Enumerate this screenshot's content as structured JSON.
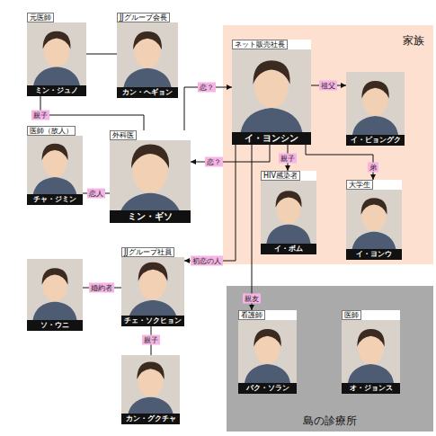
{
  "diagram": {
    "nodes": [
      {
        "text": [
          "元医師",
          "ミン・ジュノ"
        ]
      },
      {
        "text": [
          "JJグループ会長",
          "カン・ヘギョン"
        ]
      },
      {
        "text": [
          "家族"
        ]
      },
      {
        "text": [
          "ネット販売社長",
          "イ・ヨンシン"
        ],
        "in": 2
      },
      {
        "text": [
          "イ・ビョングク"
        ],
        "in": 2
      },
      {
        "text": [
          "医師（故人）",
          "チャ・ジミン"
        ]
      },
      {
        "text": [
          "外科医",
          "ミン・ギソ"
        ]
      },
      {
        "text": [
          "HIV感染者",
          "イ・ボム"
        ],
        "in": 2
      },
      {
        "text": [
          "大学生",
          "イ・ヨンウ"
        ],
        "in": 2
      },
      {
        "text": [
          "ソ・ウニ"
        ]
      },
      {
        "text": [
          "JJグループ社員",
          "チェ・ソクヒョン"
        ]
      },
      {
        "text": [
          "島の診療所"
        ]
      },
      {
        "text": [
          "看護師",
          "パク・ソラン"
        ],
        "in": 11
      },
      {
        "text": [
          "医師",
          "オ・ジョンス"
        ],
        "in": 11
      },
      {
        "text": [
          "カン・グクチャ"
        ]
      }
    ],
    "edges": [
      {
        "from": 0,
        "to": 1,
        "arrow": "none"
      },
      {
        "from": 0,
        "to": 6,
        "label": "親子",
        "arrow": "none"
      },
      {
        "from": 6,
        "to": 3,
        "label": "恋？",
        "arrow": "to"
      },
      {
        "from": 3,
        "to": 6,
        "label": "恋？",
        "arrow": "to"
      },
      {
        "from": 5,
        "to": 6,
        "label": "恋人",
        "arrow": "none"
      },
      {
        "from": 3,
        "to": 4,
        "label": "祖父",
        "arrow": "to"
      },
      {
        "from": 3,
        "to": 7,
        "label": "親子",
        "arrow": "to"
      },
      {
        "from": 3,
        "to": 8,
        "label": "弟",
        "arrow": "to"
      },
      {
        "from": 3,
        "to": 10,
        "label": "初恋の人",
        "arrow": "to"
      },
      {
        "from": 10,
        "to": 9,
        "label": "婚約者",
        "arrow": "none"
      },
      {
        "from": 10,
        "to": 14,
        "label": "親子",
        "arrow": "none"
      },
      {
        "from": 3,
        "to": 12,
        "label": "親友",
        "arrow": "to"
      }
    ]
  }
}
